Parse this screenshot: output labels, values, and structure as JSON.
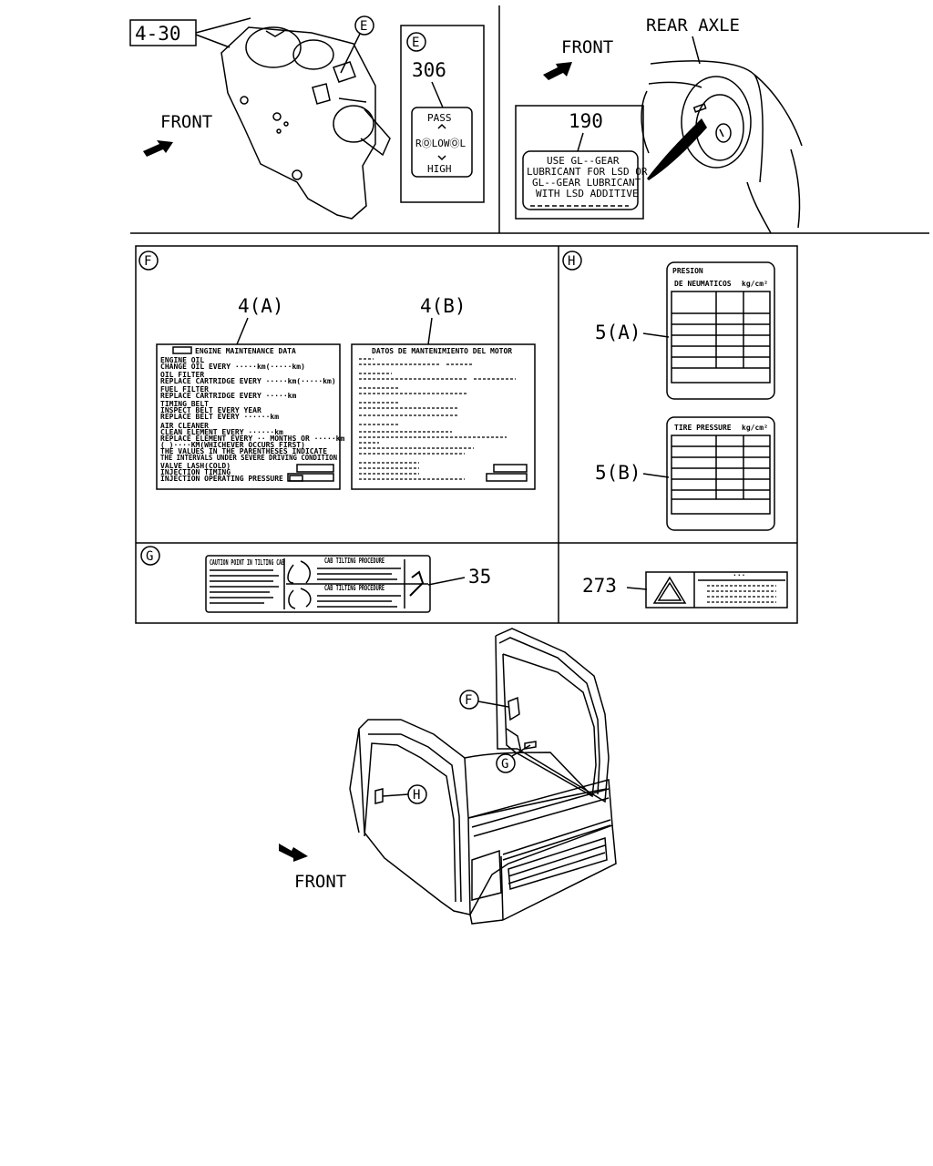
{
  "callouts": {
    "ref_4_30": "4-30",
    "front_label": "FRONT",
    "rear_axle": "REAR AXLE",
    "e": "E",
    "f": "F",
    "g": "G",
    "h": "H"
  },
  "label_306": {
    "part_no": "306",
    "pass": "PASS",
    "middle": "RⓄLOWⓄL",
    "high": "HIGH"
  },
  "label_190": {
    "part_no": "190",
    "lines": [
      "USE GL--GEAR",
      "LUBRICANT FOR LSD OR",
      "GL--GEAR LUBRICANT",
      "WITH LSD ADDITIVE"
    ]
  },
  "label_4a": {
    "part_no": "4(A)",
    "title": "ENGINE MAINTENANCE DATA",
    "lines": [
      "ENGINE OIL",
      "CHANGE OIL EVERY ·····km(·····km)",
      "OIL FILTER",
      "REPLACE CARTRIDGE EVERY ·····km(·····km)",
      "FUEL FILTER",
      "REPLACE CARTRIDGE EVERY ·····km",
      "TIMING BELT",
      "INSPECT BELT EVERY YEAR",
      "REPLACE BELT EVERY ······km",
      "AIR CLEANER",
      "CLEAN ELEMENT EVERY ······km",
      "REPLACE ELEMENT EVERY ·· MONTHS OR ·····km",
      "( )····KM(WHICHEVER OCCURS FIRST)",
      "THE VALUES IN THE PARENTHESES INDICATE",
      "THE INTERVALS UNDER SEVERE DRIVING CONDITION",
      "VALVE LASH(COLD)",
      "INJECTION TIMING",
      "INJECTION OPERATING PRESSURE"
    ]
  },
  "label_4b": {
    "part_no": "4(B)",
    "title": "DATOS DE MANTENIMIENTO DEL MOTOR"
  },
  "label_5a": {
    "part_no": "5(A)",
    "line1": "PRESION",
    "line2": "DE NEUMATICOS",
    "unit": "kg/cm²"
  },
  "label_5b": {
    "part_no": "5(B)",
    "line1": "TIRE PRESSURE",
    "unit": "kg/cm²"
  },
  "label_35": {
    "part_no": "35",
    "left_title": "CAUTION POINT IN TILTING CAB",
    "right_title_1": "CAB TILTING PROCEDURE",
    "right_title_2": "CAB TILTING PROCEDURE"
  },
  "label_273": {
    "part_no": "273",
    "header": "···"
  }
}
